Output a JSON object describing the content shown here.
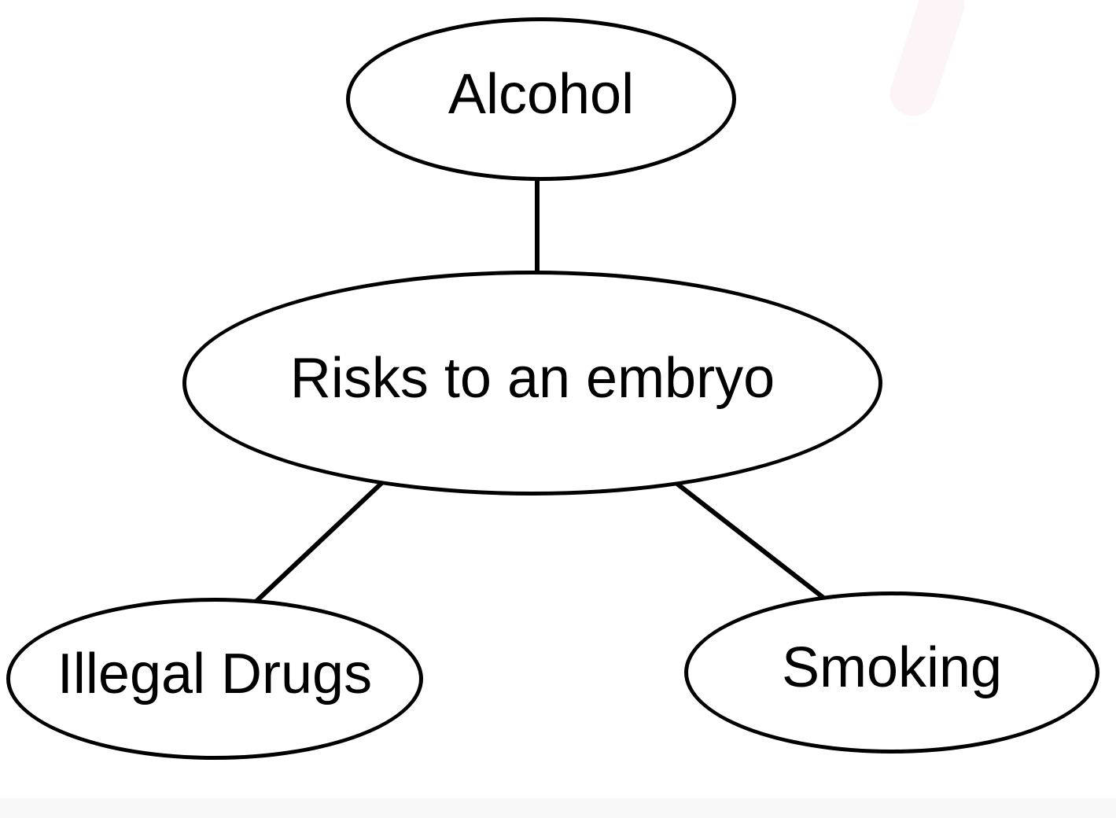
{
  "page": {
    "background_color": "#ffffff",
    "footer_strip_color": "#f8f8f9",
    "artifact_color": "#fcf4f7"
  },
  "diagram": {
    "type": "concept-map",
    "stroke_color": "#000000",
    "node_fill_color": "#ffffff",
    "text_color": "#000000",
    "center_node": {
      "id": "risks",
      "label": "Risks to an embryo"
    },
    "child_nodes": [
      {
        "id": "alcohol",
        "label": "Alcohol",
        "position": "top"
      },
      {
        "id": "illegal-drugs",
        "label": "Illegal Drugs",
        "position": "bottom-left"
      },
      {
        "id": "smoking",
        "label": "Smoking",
        "position": "bottom-right"
      }
    ],
    "edges": [
      {
        "from": "risks",
        "to": "alcohol"
      },
      {
        "from": "risks",
        "to": "illegal-drugs"
      },
      {
        "from": "risks",
        "to": "smoking"
      }
    ]
  }
}
